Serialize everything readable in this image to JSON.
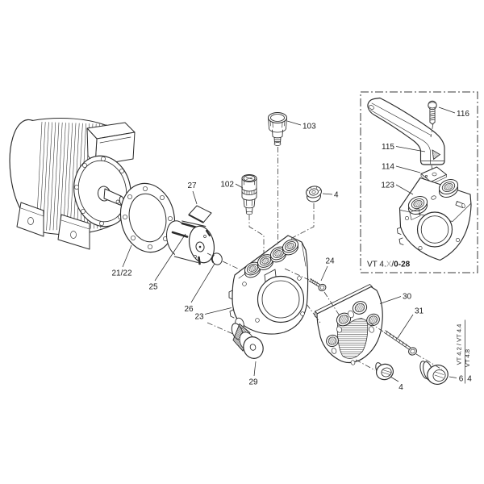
{
  "page": {
    "background": "#ffffff",
    "line_color": "#2b2b2b",
    "text_color": "#1a1a1a",
    "muted_color": "#a8a8a8"
  },
  "labels": {
    "oil_fill_cap": "103",
    "filter_cartridge": "102",
    "plug_top": "4",
    "handle_screw": "116",
    "handle": "115",
    "spacer_plate": "114",
    "clamp_body": "123",
    "vane": "27",
    "flange_gasket": "21/22",
    "rotor": "25",
    "cover_disc": "26",
    "pump_housing": "23",
    "screw_short": "24",
    "end_cover": "30",
    "screw_long": "31",
    "knurled_plug": "29",
    "plug_bottom": "4",
    "plug_variant_a": "6",
    "plug_variant_b": "4"
  },
  "inset": {
    "caption_prefix": "VT 4.",
    "caption_variant": "X",
    "caption_slash": "/",
    "caption_model": "0-28"
  },
  "variants": {
    "models_left": "VT 4.2 / VT 4.4",
    "models_right": "VT 4.8"
  }
}
